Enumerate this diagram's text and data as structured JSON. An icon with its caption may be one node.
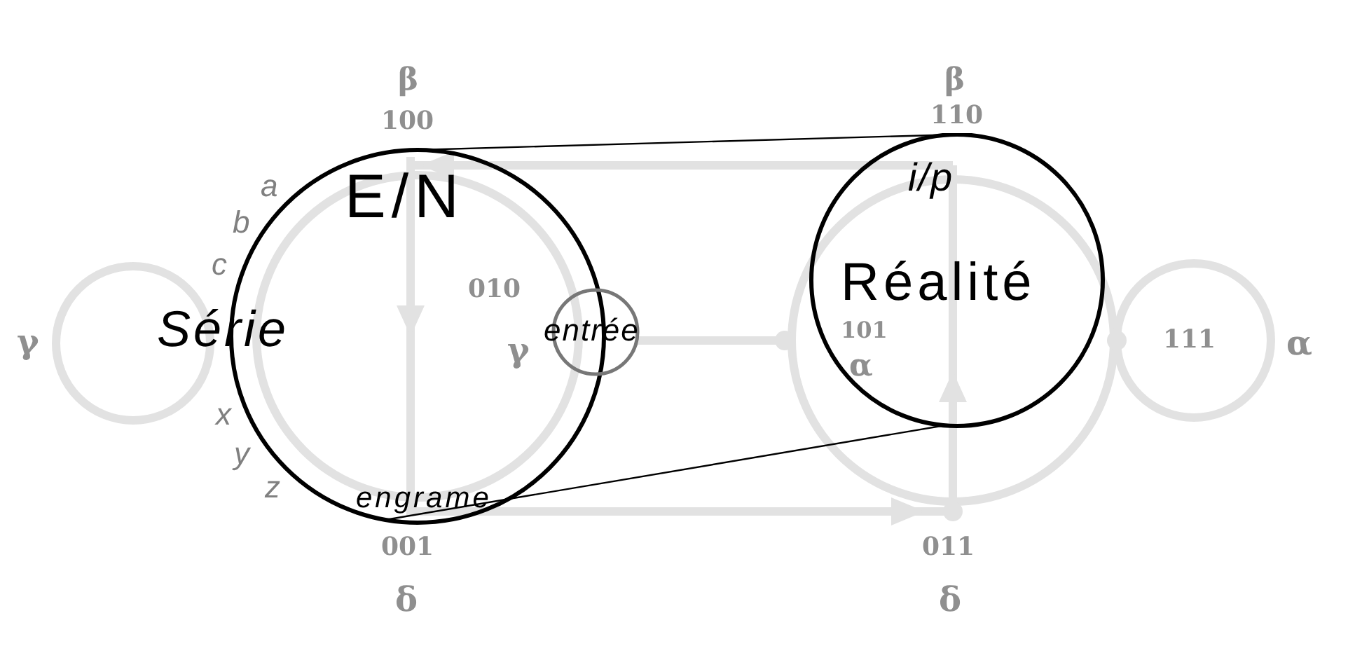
{
  "diagram": {
    "nodes": [
      {
        "text": [
          "E/N",
          "Série",
          "engrame"
        ]
      },
      {
        "text": [
          "entrée"
        ]
      },
      {
        "text": [
          "i/p",
          "Réalité"
        ]
      }
    ],
    "edges": [
      {
        "from": 0,
        "to": 2,
        "arrow": "none"
      },
      {
        "from": 0,
        "to": 2,
        "arrow": "none"
      }
    ],
    "labels": [
      "β",
      "β",
      "100",
      "110",
      "a",
      "b",
      "c",
      "010",
      "101",
      "γ",
      "γ",
      "α",
      "111",
      "α",
      "x",
      "y",
      "z",
      "001",
      "011",
      "δ",
      "δ"
    ]
  }
}
